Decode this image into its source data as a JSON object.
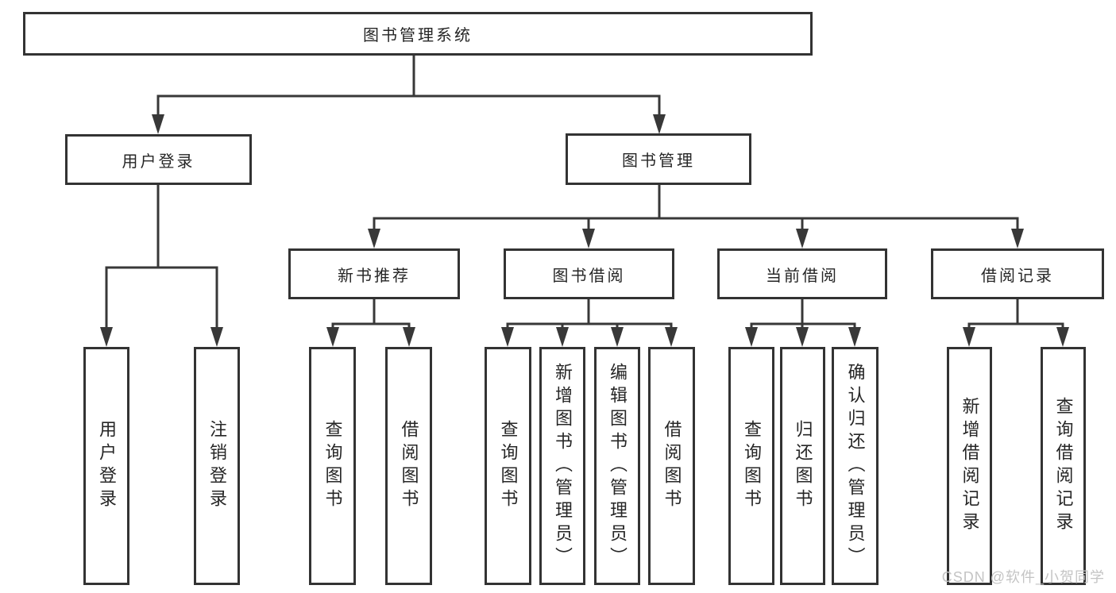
{
  "diagram": {
    "root": {
      "label": "图书管理系统"
    },
    "level2": [
      {
        "label": "用户登录"
      },
      {
        "label": "图书管理"
      }
    ],
    "level3": [
      {
        "label": "新书推荐",
        "parent": "图书管理"
      },
      {
        "label": "图书借阅",
        "parent": "图书管理"
      },
      {
        "label": "当前借阅",
        "parent": "图书管理"
      },
      {
        "label": "借阅记录",
        "parent": "图书管理"
      }
    ],
    "leaves": [
      {
        "label": "用户登录",
        "parent": "用户登录"
      },
      {
        "label": "注销登录",
        "parent": "用户登录"
      },
      {
        "label": "查询图书",
        "parent": "新书推荐"
      },
      {
        "label": "借阅图书",
        "parent": "新书推荐"
      },
      {
        "label": "查询图书",
        "parent": "图书借阅"
      },
      {
        "label": "新增图书（管理员）",
        "parent": "图书借阅"
      },
      {
        "label": "编辑图书（管理员）",
        "parent": "图书借阅"
      },
      {
        "label": "借阅图书",
        "parent": "图书借阅"
      },
      {
        "label": "查询图书",
        "parent": "当前借阅"
      },
      {
        "label": "归还图书",
        "parent": "当前借阅"
      },
      {
        "label": "确认归还（管理员）",
        "parent": "当前借阅"
      },
      {
        "label": "新增借阅记录",
        "parent": "借阅记录"
      },
      {
        "label": "查询借阅记录",
        "parent": "借阅记录"
      }
    ]
  },
  "watermark": "CSDN @软件_小贺同学",
  "colors": {
    "line": "#383838",
    "box_border": "#333333",
    "box_background": "#ffffff",
    "text": "#262626",
    "watermark": "#c4c4c4",
    "background": "#ffffff"
  }
}
